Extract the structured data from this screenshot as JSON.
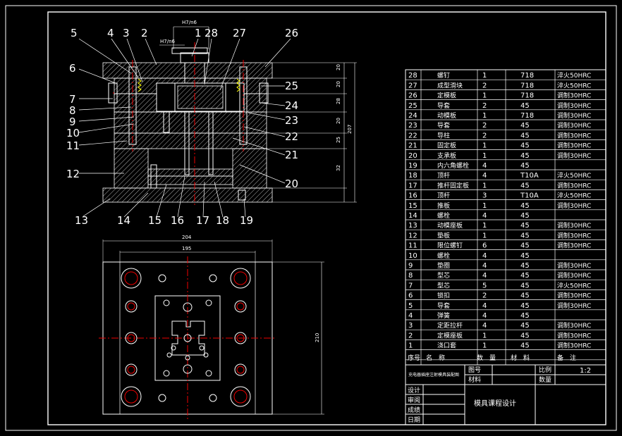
{
  "part_labels": [
    "5",
    "4",
    "3",
    "2",
    "1",
    "28",
    "27",
    "26",
    "6",
    "25",
    "7",
    "24",
    "8",
    "23",
    "9",
    "22",
    "10",
    "11",
    "21",
    "12",
    "20",
    "13",
    "14",
    "15",
    "16",
    "17",
    "18",
    "19"
  ],
  "dimensions": {
    "fit_top": "H7/n6",
    "fit_mid": "H7/n6",
    "side_a": "20",
    "side_b": "20",
    "side_c": "28",
    "side_d": "20",
    "side_e": "25",
    "side_f": "32",
    "overall_height": "207",
    "plan_width_outer": "204",
    "plan_width_inner": "195",
    "plan_height": "210"
  },
  "bom": {
    "rows": [
      {
        "no": "28",
        "name": "螺钉",
        "qty": "1",
        "mat": "718",
        "note": "淬火50HRC"
      },
      {
        "no": "27",
        "name": "成型滑块",
        "qty": "2",
        "mat": "718",
        "note": "淬火50HRC"
      },
      {
        "no": "26",
        "name": "定模板",
        "qty": "1",
        "mat": "718",
        "note": "调制30HRC"
      },
      {
        "no": "25",
        "name": "导套",
        "qty": "2",
        "mat": "45",
        "note": "调制30HRC"
      },
      {
        "no": "24",
        "name": "动模板",
        "qty": "1",
        "mat": "718",
        "note": "调制30HRC"
      },
      {
        "no": "23",
        "name": "导套",
        "qty": "2",
        "mat": "45",
        "note": "调制30HRC"
      },
      {
        "no": "22",
        "name": "导柱",
        "qty": "2",
        "mat": "45",
        "note": "调制30HRC"
      },
      {
        "no": "21",
        "name": "固定板",
        "qty": "1",
        "mat": "45",
        "note": "调制30HRC"
      },
      {
        "no": "20",
        "name": "支承板",
        "qty": "1",
        "mat": "45",
        "note": "调制30HRC"
      },
      {
        "no": "19",
        "name": "内六角螺栓",
        "qty": "4",
        "mat": "45",
        "note": ""
      },
      {
        "no": "18",
        "name": "顶杆",
        "qty": "4",
        "mat": "T10A",
        "note": "淬火50HRC"
      },
      {
        "no": "17",
        "name": "推杆固定板",
        "qty": "1",
        "mat": "45",
        "note": "调制30HRC"
      },
      {
        "no": "16",
        "name": "顶杆",
        "qty": "3",
        "mat": "T10A",
        "note": "淬火50HRC"
      },
      {
        "no": "15",
        "name": "推板",
        "qty": "1",
        "mat": "45",
        "note": "调制30HRC"
      },
      {
        "no": "14",
        "name": "螺栓",
        "qty": "4",
        "mat": "45",
        "note": ""
      },
      {
        "no": "13",
        "name": "动模座板",
        "qty": "1",
        "mat": "45",
        "note": "调制30HRC"
      },
      {
        "no": "12",
        "name": "垫板",
        "qty": "1",
        "mat": "45",
        "note": "调制30HRC"
      },
      {
        "no": "11",
        "name": "限位螺钉",
        "qty": "6",
        "mat": "45",
        "note": "调制30HRC"
      },
      {
        "no": "10",
        "name": "螺栓",
        "qty": "4",
        "mat": "45",
        "note": ""
      },
      {
        "no": "9",
        "name": "垫圈",
        "qty": "4",
        "mat": "45",
        "note": "调制30HRC"
      },
      {
        "no": "8",
        "name": "型芯",
        "qty": "4",
        "mat": "45",
        "note": "调制30HRC"
      },
      {
        "no": "7",
        "name": "型芯",
        "qty": "5",
        "mat": "45",
        "note": "淬火50HRC"
      },
      {
        "no": "6",
        "name": "锁扣",
        "qty": "2",
        "mat": "45",
        "note": "调制30HRC"
      },
      {
        "no": "5",
        "name": "导套",
        "qty": "4",
        "mat": "45",
        "note": "调制30HRC"
      },
      {
        "no": "4",
        "name": "弹簧",
        "qty": "4",
        "mat": "45",
        "note": ""
      },
      {
        "no": "3",
        "name": "定距拉杆",
        "qty": "4",
        "mat": "45",
        "note": "调制30HRC"
      },
      {
        "no": "2",
        "name": "定模座板",
        "qty": "1",
        "mat": "45",
        "note": "调制30HRC"
      },
      {
        "no": "1",
        "name": "浇口套",
        "qty": "1",
        "mat": "45",
        "note": "调制30HRC"
      }
    ],
    "header": {
      "no": "序号",
      "name": "名　称",
      "qty": "数　量",
      "mat": "材　料",
      "note": "备　注"
    }
  },
  "title_block": {
    "project_name": "充电器插座注射模具装配图",
    "drawing_no_label": "图号",
    "material_label": "材料",
    "scale_label": "比例",
    "scale_value": "1:2",
    "quantity_label": "数量",
    "design_label": "设计",
    "review_label": "审阅",
    "grade_label": "成绩",
    "date_label": "日期",
    "course_title": "模具课程设计"
  },
  "colors": {
    "outline": "#ffffff",
    "centerline": "#e00000",
    "spring": "#ffff00",
    "fill": "#000000"
  }
}
